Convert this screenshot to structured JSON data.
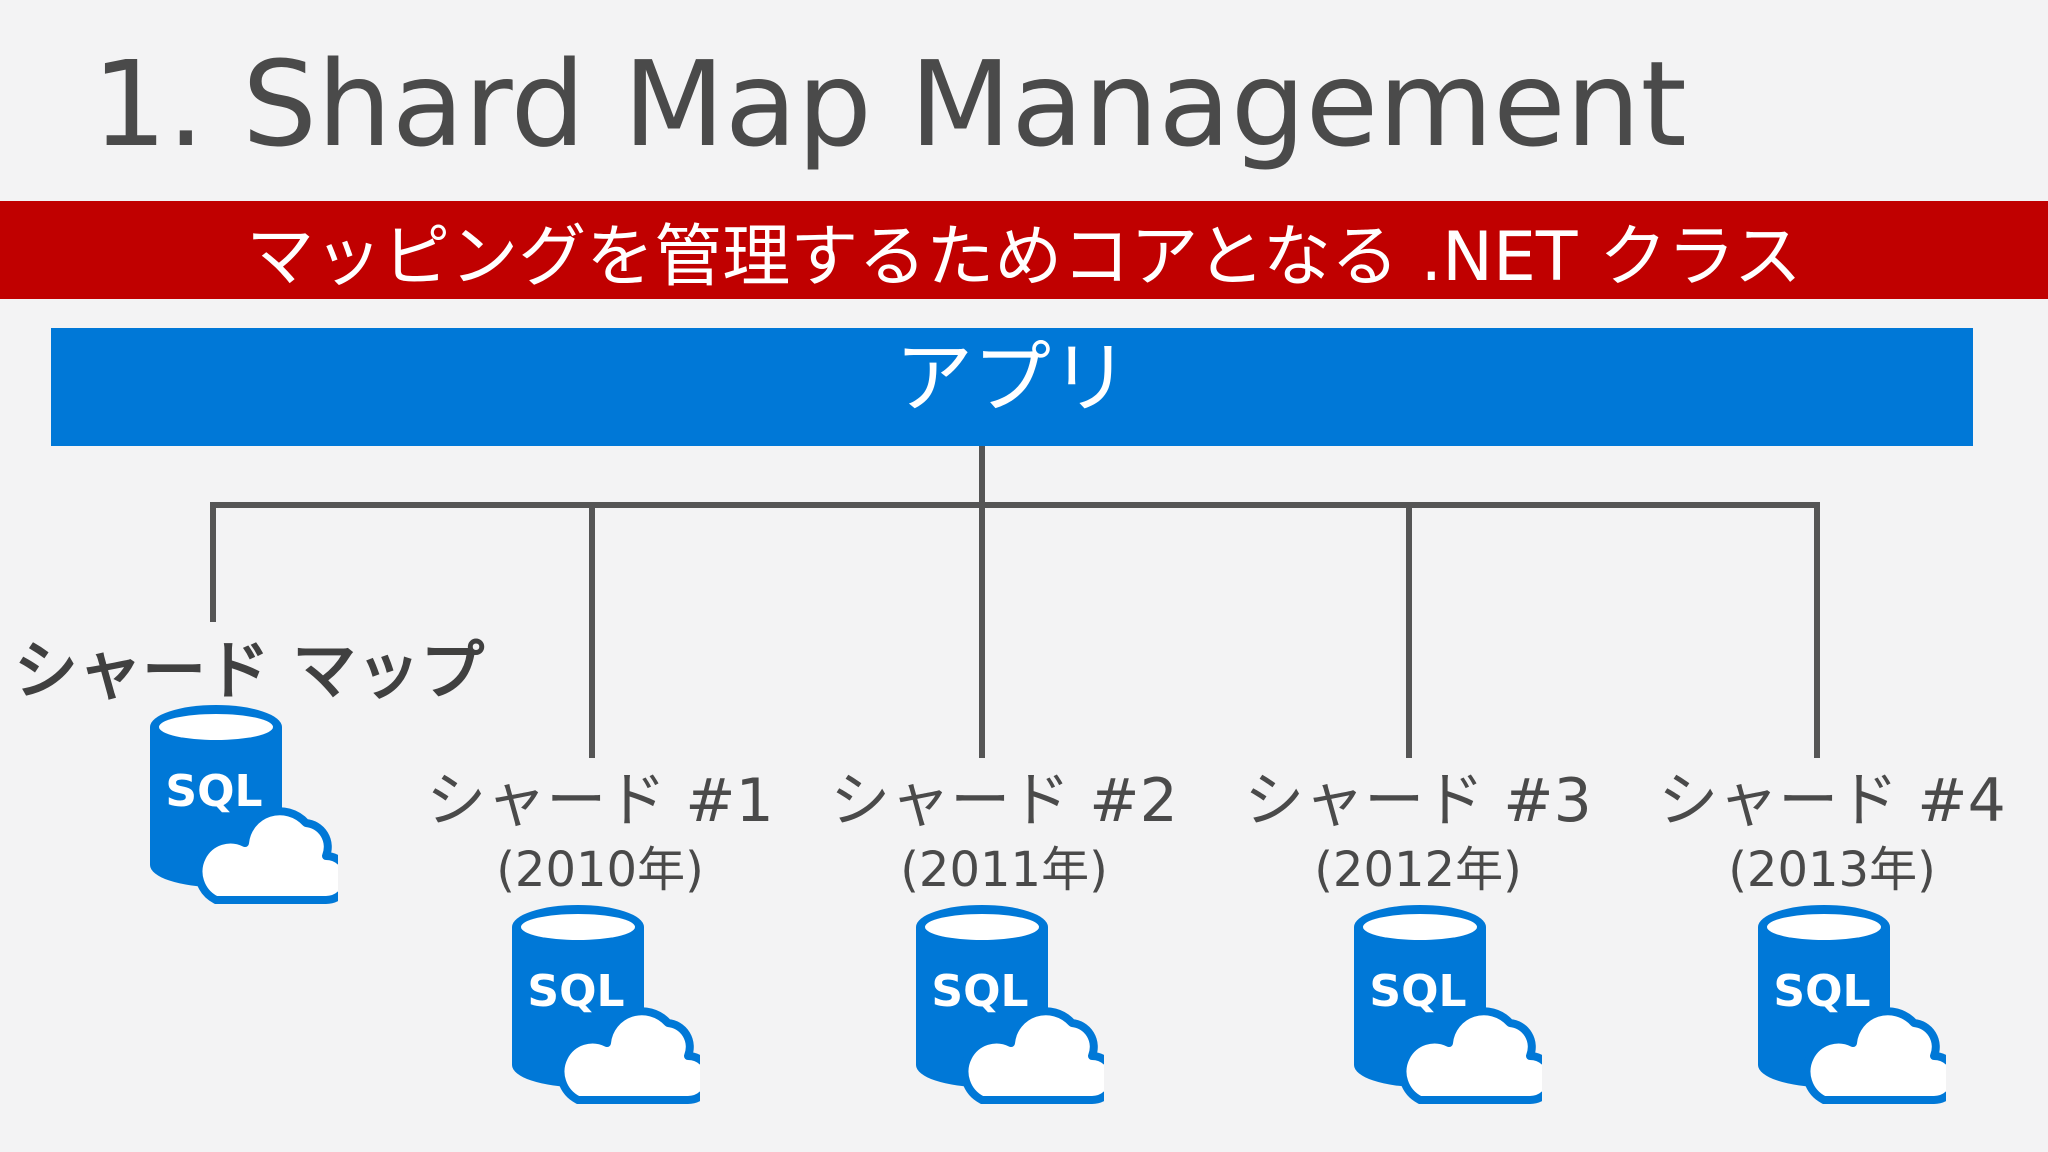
{
  "slide": {
    "title": "1. Shard Map Management",
    "banner": "マッピングを管理するためコアとなる .NET クラス",
    "app_label": "アプリ",
    "shard_map_label": "シャード マップ",
    "shards": [
      {
        "name": "シャード #1",
        "year": "(2010年)"
      },
      {
        "name": "シャード #2",
        "year": "(2011年)"
      },
      {
        "name": "シャード #3",
        "year": "(2012年)"
      },
      {
        "name": "シャード #4",
        "year": "(2013年)"
      }
    ],
    "db_icon_text": "SQL"
  },
  "colors": {
    "background": "#f3f3f4",
    "banner": "#c00000",
    "app_bar": "#0078d7",
    "db_blue": "#0078d7",
    "connector": "#555555",
    "text": "#4a4a4a"
  },
  "icons": [
    "sql-database-cloud-icon"
  ]
}
